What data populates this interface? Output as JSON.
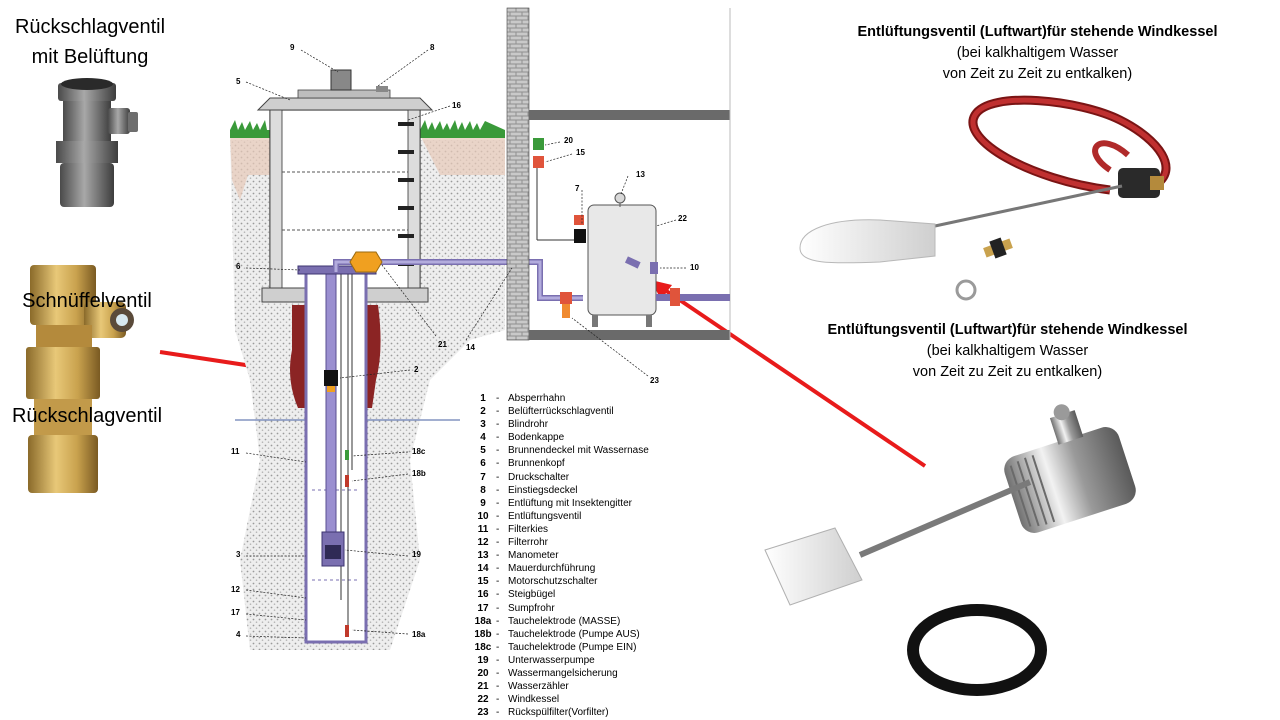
{
  "left_labels": {
    "rueckschlag_belueftung_1": "Rückschlagventil",
    "rueckschlag_belueftung_2": "mit Belüftung",
    "schnueffelventil": "Schnüffelventil",
    "rueckschlagventil": "Rückschlagventil"
  },
  "caption_top": {
    "title": "Entlüftungsventil (Luftwart)für stehende Windkessel",
    "line2": "(bei kalkhaltigem Wasser",
    "line3": "von Zeit zu Zeit zu entkalken)"
  },
  "caption_mid": {
    "title": "Entlüftungsventil (Luftwart)für stehende Windkessel",
    "line2": "(bei kalkhaltigem Wasser",
    "line3": "von Zeit zu Zeit zu entkalken)"
  },
  "callouts": [
    "9",
    "8",
    "5",
    "16",
    "20",
    "15",
    "13",
    "7",
    "22",
    "10",
    "6",
    "21",
    "14",
    "2",
    "23",
    "18c",
    "18b",
    "11",
    "19",
    "3",
    "12",
    "17",
    "18a",
    "4"
  ],
  "legend": [
    {
      "num": "1",
      "text": "Absperrhahn"
    },
    {
      "num": "2",
      "text": "Belüfterrückschlagventil"
    },
    {
      "num": "3",
      "text": "Blindrohr"
    },
    {
      "num": "4",
      "text": "Bodenkappe"
    },
    {
      "num": "5",
      "text": "Brunnendeckel mit Wassernase"
    },
    {
      "num": "6",
      "text": "Brunnenkopf"
    },
    {
      "num": "7",
      "text": "Druckschalter"
    },
    {
      "num": "8",
      "text": "Einstiegsdeckel"
    },
    {
      "num": "9",
      "text": "Entlüftung mit Insektengitter"
    },
    {
      "num": "10",
      "text": "Entlüftungsventil"
    },
    {
      "num": "11",
      "text": "Filterkies"
    },
    {
      "num": "12",
      "text": "Filterrohr"
    },
    {
      "num": "13",
      "text": "Manometer"
    },
    {
      "num": "14",
      "text": "Mauerdurchführung"
    },
    {
      "num": "15",
      "text": "Motorschutzschalter"
    },
    {
      "num": "16",
      "text": "Steigbügel"
    },
    {
      "num": "17",
      "text": "Sumpfrohr"
    },
    {
      "num": "18a",
      "text": "Tauchelektrode (MASSE)"
    },
    {
      "num": "18b",
      "text": "Tauchelektrode (Pumpe AUS)"
    },
    {
      "num": "18c",
      "text": "Tauchelektrode (Pumpe EIN)"
    },
    {
      "num": "19",
      "text": "Unterwasserpumpe"
    },
    {
      "num": "20",
      "text": "Wassermangelsicherung"
    },
    {
      "num": "21",
      "text": "Wasserzähler"
    },
    {
      "num": "22",
      "text": "Windkessel"
    },
    {
      "num": "23",
      "text": "Rückspülfilter(Vorfilter)"
    }
  ],
  "colors": {
    "arrow": "#e81b1b",
    "pipe": "#7a6fb0",
    "soil": "#d9d9d9",
    "clay": "#8b2424",
    "grass": "#3a9a3a"
  }
}
